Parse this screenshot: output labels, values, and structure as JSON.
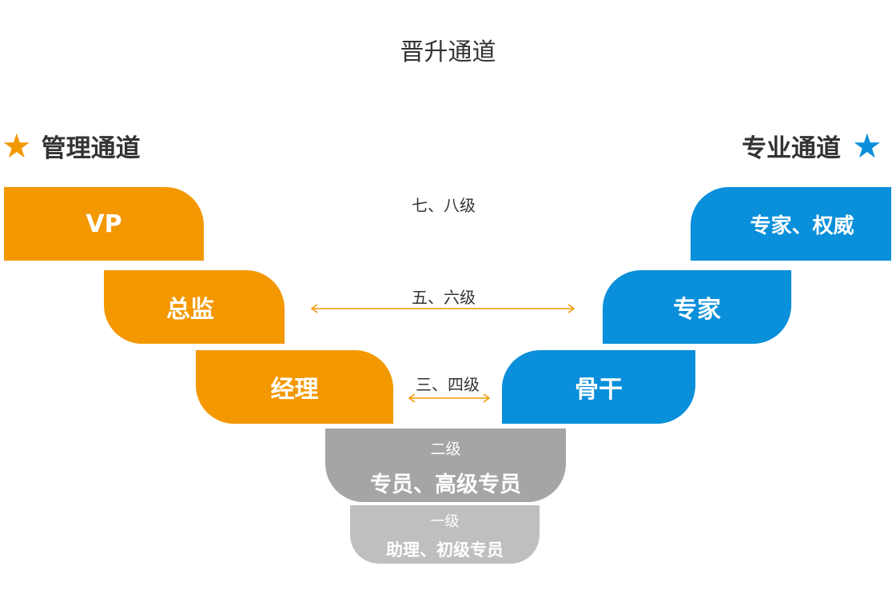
{
  "title": "晋升通道",
  "management": {
    "heading": "管理通道",
    "star_color": "#f39800",
    "block_color": "#f39800",
    "levels": [
      "VP",
      "总监",
      "经理"
    ]
  },
  "professional": {
    "heading": "专业通道",
    "star_color": "#0a8fda",
    "block_color": "#0a8fda",
    "levels": [
      "专家、权威",
      "专家",
      "骨干"
    ]
  },
  "grade_labels": {
    "level_78": "七、八级",
    "level_56": "五、六级",
    "level_34": "三、四级"
  },
  "shared": [
    {
      "grade": "二级",
      "roles": "专员、高级专员",
      "color": "#a5a5a5"
    },
    {
      "grade": "一级",
      "roles": "助理、初级专员",
      "color": "#bfbfbf"
    }
  ],
  "icons": {
    "star": "star-icon",
    "arrow": "double-arrow-icon"
  }
}
